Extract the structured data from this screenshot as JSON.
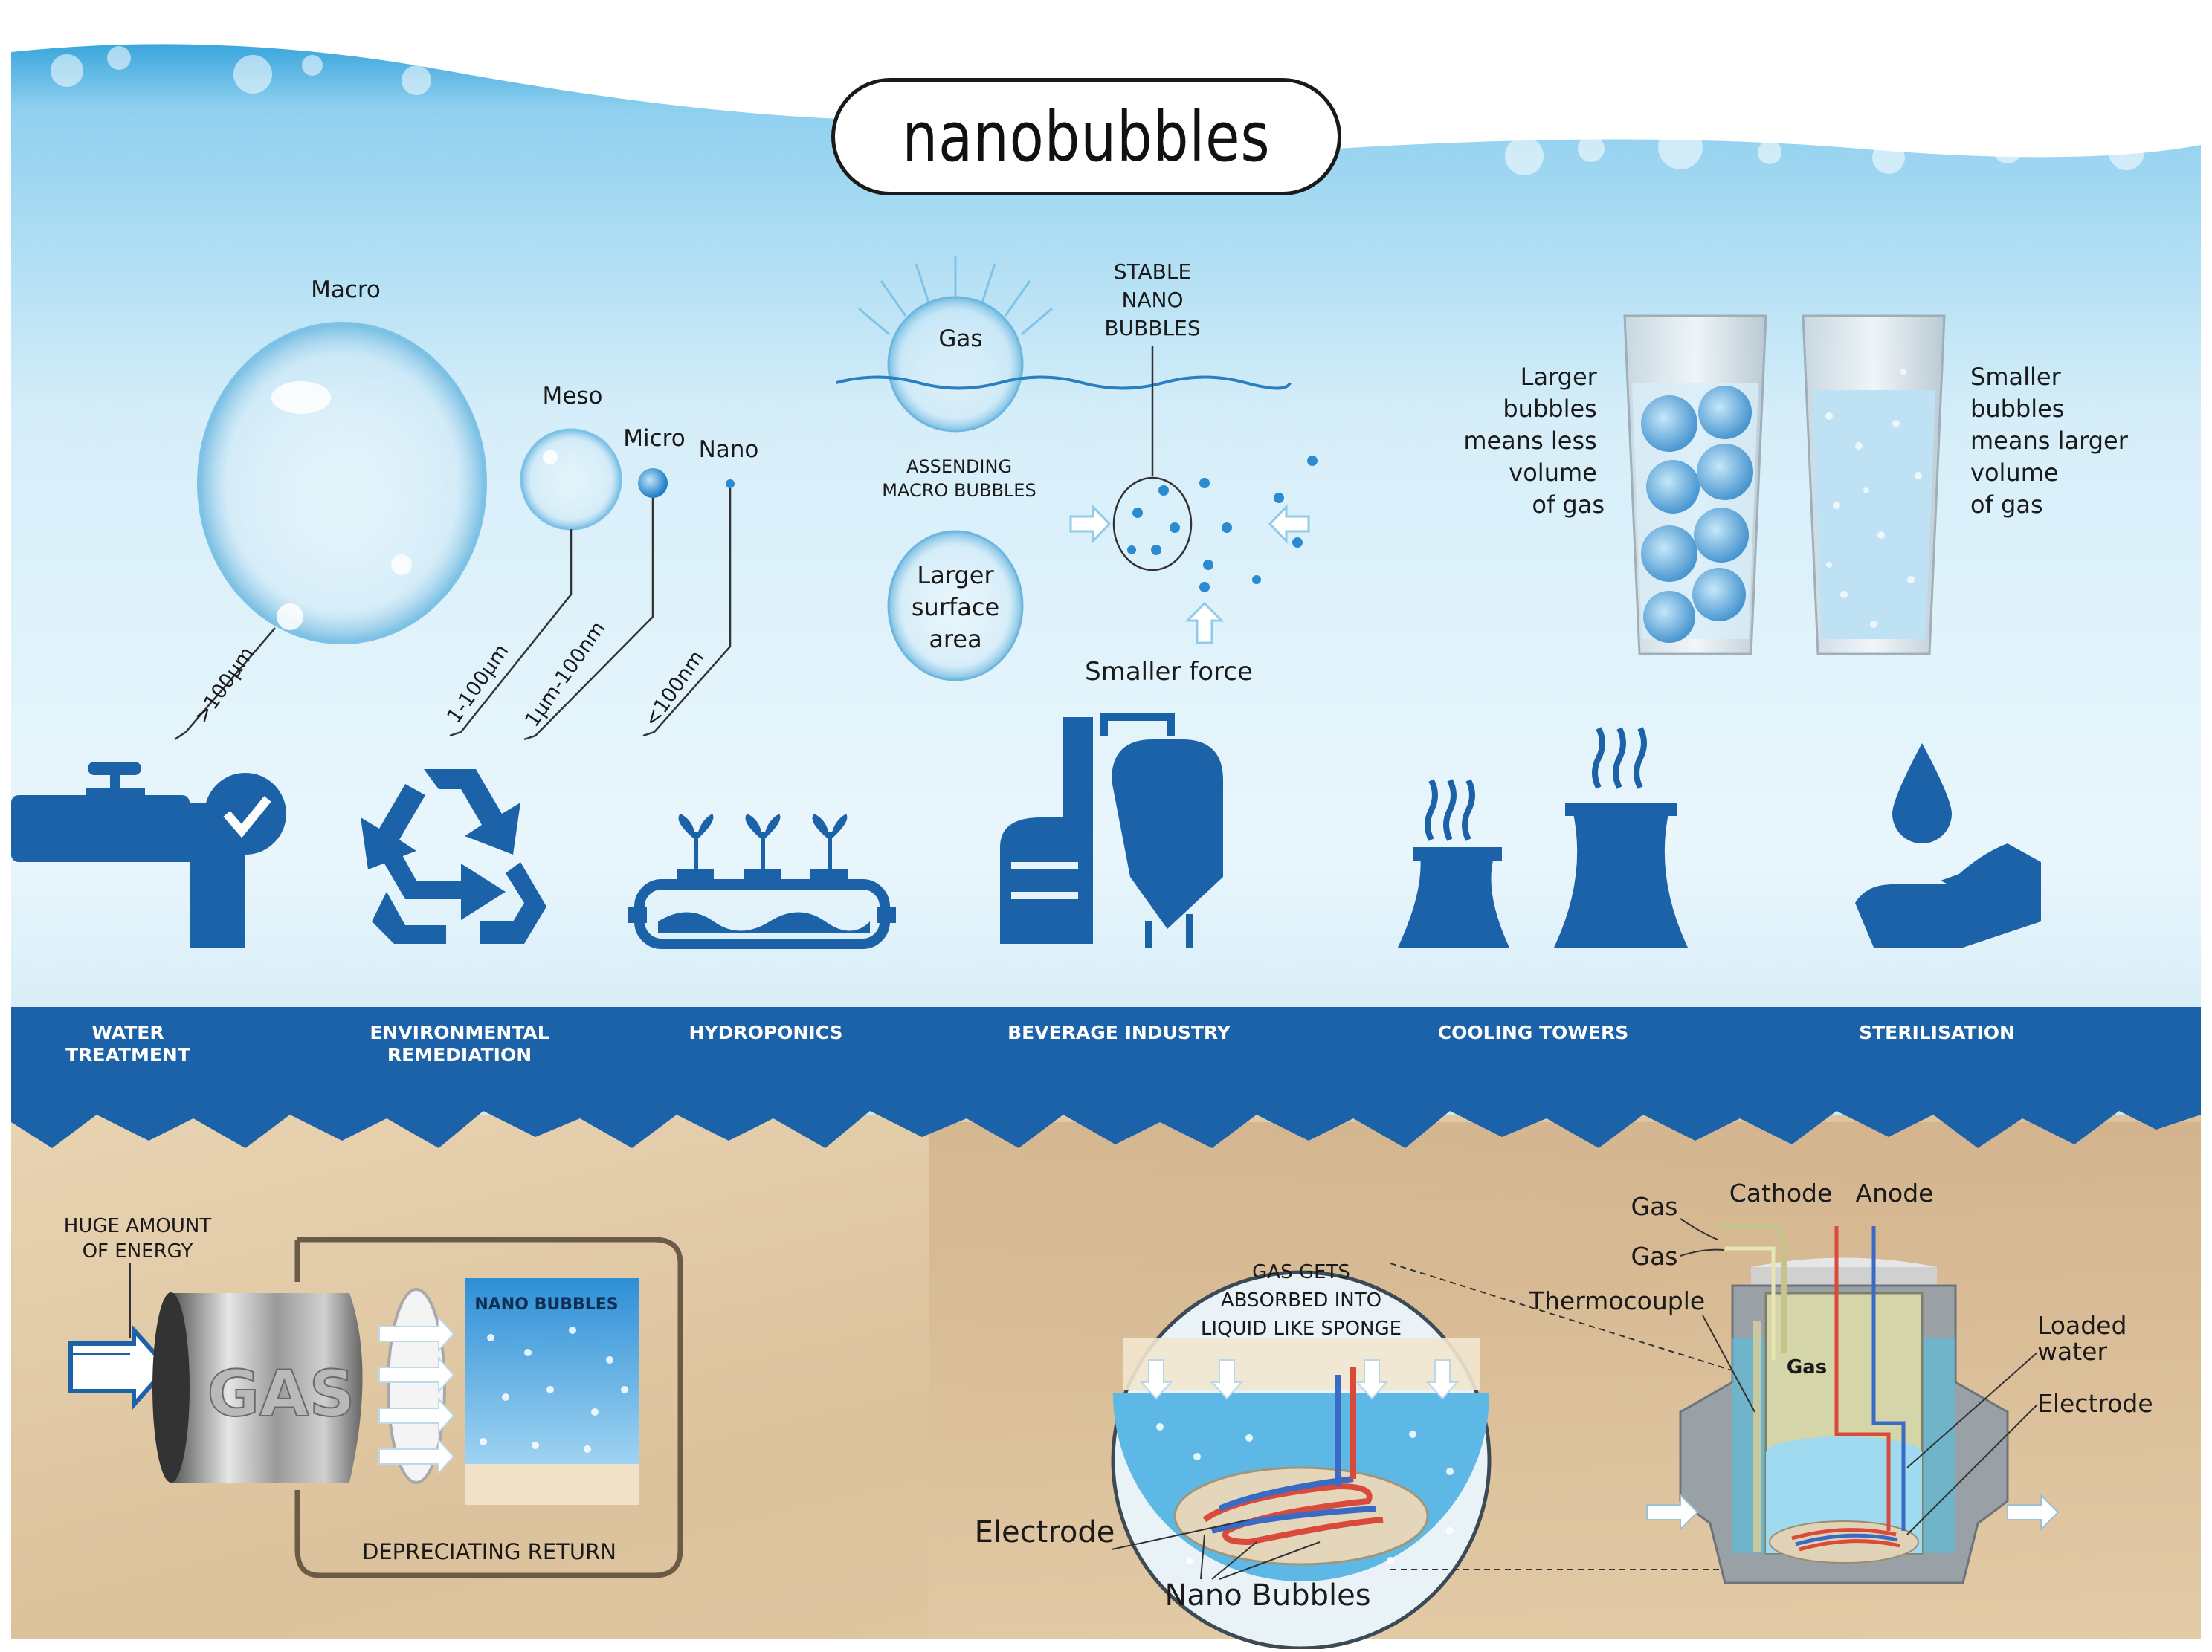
{
  "title": "nanobubbles",
  "sizes": {
    "macro": "Macro",
    "meso": "Meso",
    "micro": "Micro",
    "nano": "Nano",
    "macro_range": ">100µm",
    "meso_range": "1-100µm",
    "micro_range": "1µm-100nm",
    "nano_range": "<100nm"
  },
  "surface": {
    "gas": "Gas",
    "ascending_1": "ASSENDING",
    "ascending_2": "MACRO BUBBLES",
    "larger_1": "Larger",
    "larger_2": "surface",
    "larger_3": "area",
    "stable_1": "STABLE",
    "stable_2": "NANO",
    "stable_3": "BUBBLES",
    "smaller_force": "Smaller force"
  },
  "glasses": {
    "left": [
      "Larger",
      "bubbles",
      "means less",
      "volume",
      "of gas"
    ],
    "right": [
      "Smaller",
      "bubbles",
      "means larger",
      "volume",
      "of gas"
    ]
  },
  "applications": {
    "water_treatment": [
      "WATER",
      "TREATMENT"
    ],
    "environmental": [
      "ENVIRONMENTAL",
      "REMEDIATION"
    ],
    "hydroponics": "HYDROPONICS",
    "beverage": "BEVERAGE INDUSTRY",
    "cooling": "COOLING TOWERS",
    "sterilisation": "STERILISATION"
  },
  "energy": {
    "huge_1": "HUGE AMOUNT",
    "huge_2": "OF ENERGY",
    "gas": "GAS",
    "nano": "NANO BUBBLES",
    "depreciating": "DEPRECIATING RETURN"
  },
  "electrolysis": {
    "sponge_1": "GAS GETS",
    "sponge_2": "ABSORBED INTO",
    "sponge_3": "LIQUID LIKE SPONGE",
    "electrode": "Electrode",
    "nano_bubbles": "Nano Bubbles",
    "gas_1": "Gas",
    "gas_2": "Gas",
    "cathode": "Cathode",
    "anode": "Anode",
    "thermocouple": "Thermocouple",
    "gas_inner": "Gas",
    "loaded_1": "Loaded",
    "loaded_2": "water",
    "electrode_right": "Electrode"
  },
  "colors": {
    "blue": "#1c62a8",
    "sand": "#dcc4a0",
    "water": "#bfe3f4"
  }
}
